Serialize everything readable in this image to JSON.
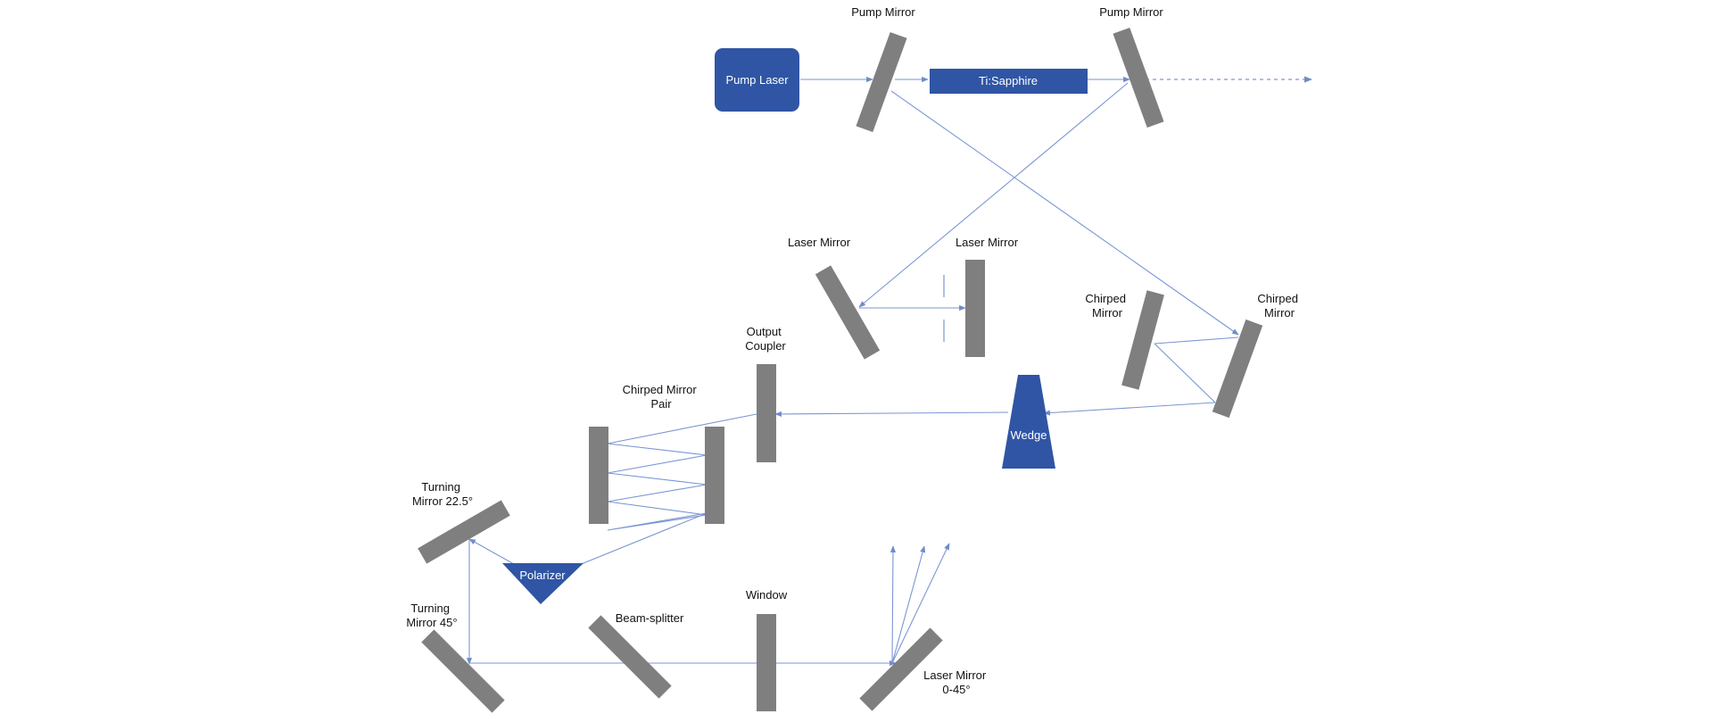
{
  "colors": {
    "mirror": "#7f7f7f",
    "component": "#2f55a4",
    "beam": "#7a96d3",
    "text": "#111111",
    "component_text": "#ffffff"
  },
  "components": {
    "pump_laser": "Pump Laser",
    "ti_sapphire": "Ti:Sapphire",
    "wedge": "Wedge",
    "polarizer": "Polarizer"
  },
  "labels": {
    "pump_mirror_1": "Pump Mirror",
    "pump_mirror_2": "Pump Mirror",
    "laser_mirror_1": "Laser Mirror",
    "laser_mirror_2": "Laser Mirror",
    "chirped_mirror_left": [
      "Chirped",
      "Mirror"
    ],
    "chirped_mirror_right": [
      "Chirped",
      "Mirror"
    ],
    "output_coupler": [
      "Output",
      "Coupler"
    ],
    "chirped_mirror_pair": [
      "Chirped Mirror",
      "Pair"
    ],
    "turning_mirror_225": [
      "Turning",
      "Mirror 22.5°"
    ],
    "turning_mirror_45": [
      "Turning",
      "Mirror 45°"
    ],
    "beam_splitter": "Beam-splitter",
    "window": "Window",
    "laser_mirror_045": [
      "Laser Mirror",
      "0-45°"
    ]
  }
}
